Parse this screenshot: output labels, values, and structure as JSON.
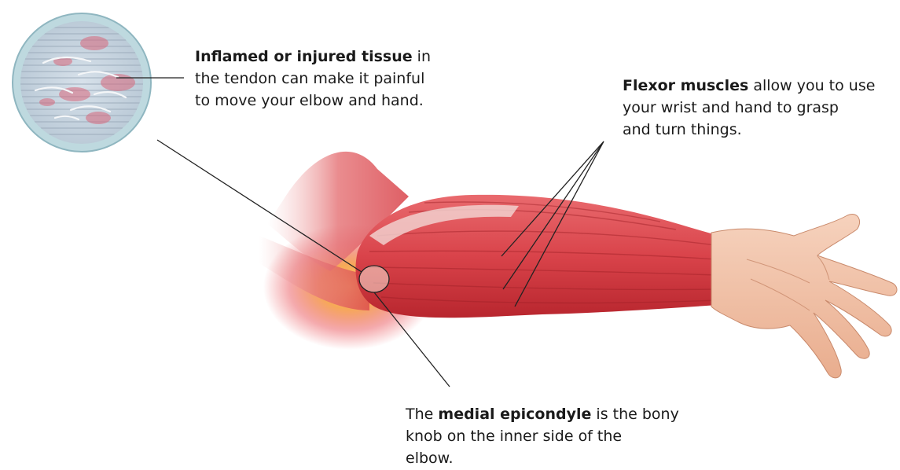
{
  "colors": {
    "muscle": "#d9434a",
    "muscle_dark": "#b8262e",
    "skin": "#f2c2a8",
    "inflammation": "#f5a623",
    "lens_ring": "#a9cdd6",
    "leader_line": "#222222"
  },
  "callouts": {
    "tissue": {
      "bold": "Inflamed or injured tissue",
      "line1_rest": " in",
      "line2": "the tendon can make it painful",
      "line3": "to move your elbow and hand."
    },
    "flexor": {
      "bold": "Flexor muscles",
      "line1_rest": " allow you to use",
      "line2": "your wrist and hand to grasp",
      "line3": "and turn things."
    },
    "epicondyle": {
      "pre": "The ",
      "bold": "medial epicondyle",
      "line1_rest": " is the bony",
      "line2": "knob on the inner side of the",
      "line3": "elbow."
    }
  },
  "icons": {
    "magnifier": "magnified-tendon-icon",
    "arm": "forearm-anatomy-icon"
  }
}
